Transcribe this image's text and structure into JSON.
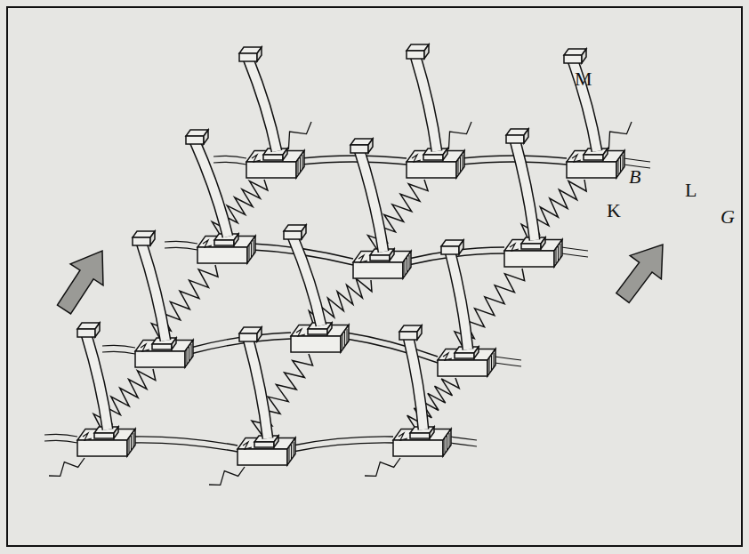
{
  "diagram": {
    "labels": [
      "M",
      "L",
      "B",
      "K",
      "G"
    ]
  }
}
